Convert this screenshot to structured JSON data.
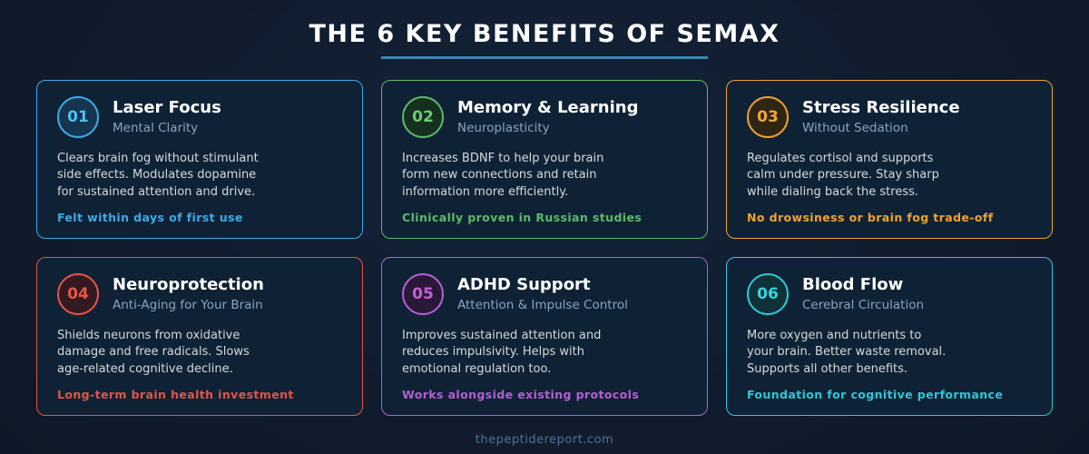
{
  "page": {
    "title": "THE 6 KEY BENEFITS OF SEMAX",
    "footer": "thepeptidereport.com",
    "colors": {
      "background": "#101b2c",
      "card_background": "#0f2235",
      "title": "#ffffff",
      "title_underline": "#3c87b2",
      "subtitle": "#8ba3bd",
      "body_text": "#d4dade",
      "footer_text": "#53718f"
    }
  },
  "cards": [
    {
      "number": "01",
      "title": "Laser Focus",
      "subtitle": "Mental Clarity",
      "body": "Clears brain fog without stimulant\nside effects. Modulates dopamine\nfor sustained attention and drive.",
      "highlight": "Felt within days of first use",
      "colors": {
        "accent": "#3fa9e6",
        "number": "#4fbef5",
        "circle_fill": "#143450"
      }
    },
    {
      "number": "02",
      "title": "Memory & Learning",
      "subtitle": "Neuroplasticity",
      "body": "Increases BDNF to help your brain\nform new connections and retain\ninformation more efficiently.",
      "highlight": "Clinically proven in Russian studies",
      "colors": {
        "accent": "#5db96b",
        "number": "#6fca75",
        "circle_fill": "#15301f"
      }
    },
    {
      "number": "03",
      "title": "Stress Resilience",
      "subtitle": "Without Sedation",
      "body": "Regulates cortisol and supports\ncalm under pressure. Stay sharp\nwhile dialing back the stress.",
      "highlight": "No drowsiness or brain fog trade-off",
      "colors": {
        "accent": "#eda233",
        "number": "#f2a836",
        "circle_fill": "#2e2512"
      }
    },
    {
      "number": "04",
      "title": "Neuroprotection",
      "subtitle": "Anti-Aging for Your Brain",
      "body": "Shields neurons from oxidative\ndamage and free radicals. Slows\nage-related cognitive decline.",
      "highlight": "Long-term brain health investment",
      "colors": {
        "accent": "#e25449",
        "number": "#ea5548",
        "circle_fill": "#331a21"
      }
    },
    {
      "number": "05",
      "title": "ADHD Support",
      "subtitle": "Attention & Impulse Control",
      "body": "Improves sustained attention and\nreduces impulsivity. Helps with\nemotional regulation too.",
      "highlight": "Works alongside existing protocols",
      "colors": {
        "accent": "#b45fd0",
        "number": "#c75fd6",
        "circle_fill": "#2a1838"
      }
    },
    {
      "number": "06",
      "title": "Blood Flow",
      "subtitle": "Cerebral Circulation",
      "body": "More oxygen and nutrients to\nyour brain. Better waste removal.\nSupports all other benefits.",
      "highlight": "Foundation for cognitive performance",
      "colors": {
        "accent": "#2fc6d4",
        "number": "#3ad5e0",
        "circle_fill": "#103137"
      }
    }
  ]
}
